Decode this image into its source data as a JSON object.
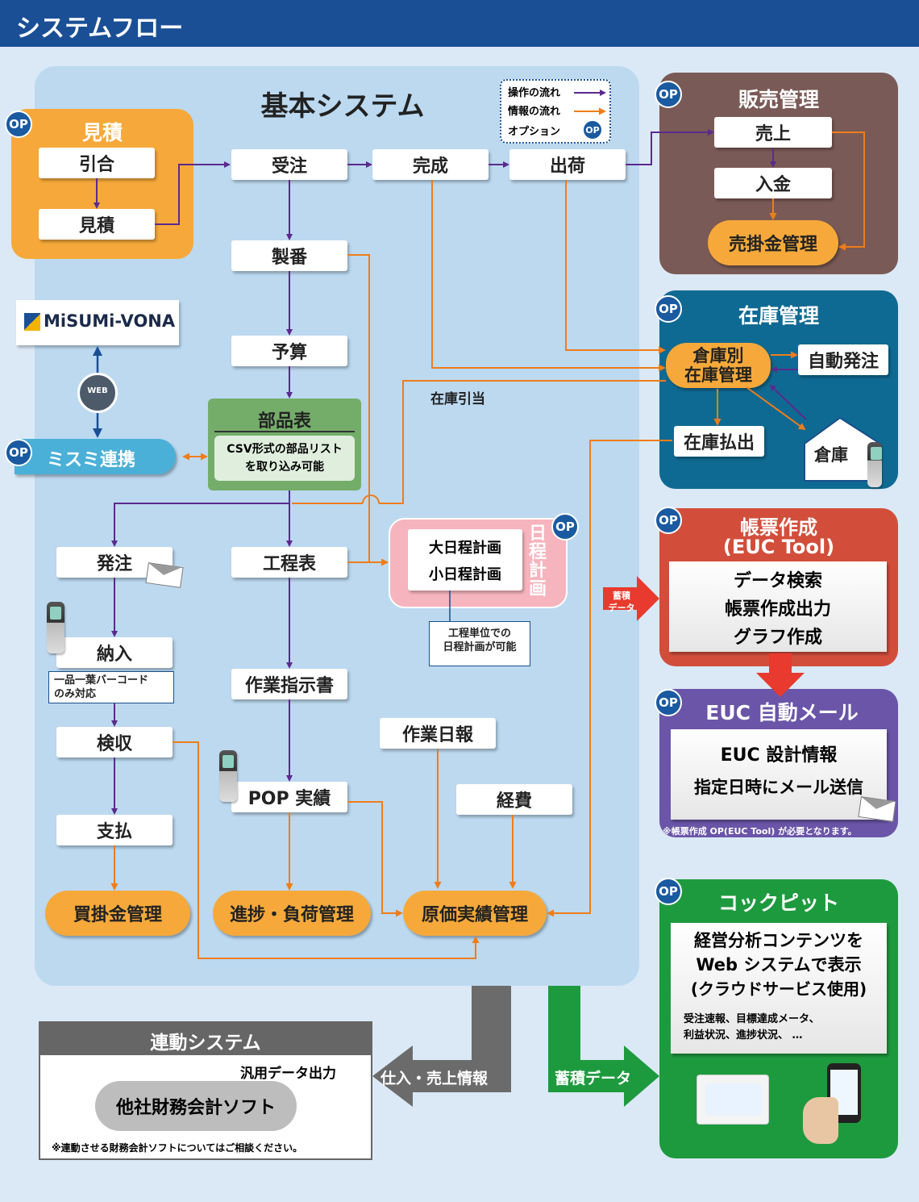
{
  "header": {
    "title": "システムフロー"
  },
  "legend": {
    "op_flow": "操作の流れ",
    "info_flow": "情報の流れ",
    "option": "オプション",
    "op_badge": "OP"
  },
  "basic": {
    "title": "基本システム",
    "order": "受注",
    "complete": "完成",
    "ship": "出荷",
    "seiban": "製番",
    "budget": "予算",
    "bom_title": "部品表",
    "bom_note_1": "CSV形式の部品リスト",
    "bom_note_2": "を取り込み可能",
    "inventory_alloc": "在庫引当",
    "purchase_order": "発注",
    "process_table": "工程表",
    "delivery": "納入",
    "barcode_note_1": "一品一葉バーコード",
    "barcode_note_2": "のみ対応",
    "inspection": "検収",
    "payment": "支払",
    "payables": "買掛金管理",
    "work_order": "作業指示書",
    "pop": "POP 実績",
    "progress": "進捗・負荷管理",
    "daily_report": "作業日報",
    "expense": "経費",
    "cost": "原価実績管理"
  },
  "schedule": {
    "title": "日程計画",
    "big": "大日程計画",
    "small": "小日程計画",
    "note_1": "工程単位での",
    "note_2": "日程計画が可能"
  },
  "estimate": {
    "title": "見積",
    "inquiry": "引合",
    "estimate": "見積"
  },
  "misumi": {
    "logo": "MiSUMi-VONA",
    "web": "WEB",
    "link": "ミスミ連携"
  },
  "sales": {
    "title": "販売管理",
    "sales": "売上",
    "receipt": "入金",
    "receivables": "売掛金管理"
  },
  "inventory": {
    "title": "在庫管理",
    "by_warehouse_1": "倉庫別",
    "by_warehouse_2": "在庫管理",
    "auto_order": "自動発注",
    "issue": "在庫払出",
    "warehouse": "倉庫"
  },
  "report": {
    "title_1": "帳票作成",
    "title_2": "(EUC Tool)",
    "item_1": "データ検索",
    "item_2": "帳票作成出力",
    "item_3": "グラフ作成",
    "stored_1": "蓄積",
    "stored_2": "データ"
  },
  "mail": {
    "title": "EUC 自動メール",
    "item_1": "EUC 設計情報",
    "item_2": "指定日時にメール送信",
    "note": "※帳票作成 OP(EUC Tool) が必要となります。"
  },
  "cockpit": {
    "title": "コックピット",
    "desc_1": "経営分析コンテンツを",
    "desc_2": "Web システムで表示",
    "desc_3": "(クラウドサービス使用)",
    "sub_1": "受注速報、目標達成メータ、",
    "sub_2": "利益状況、進捗状況、 …",
    "stored": "蓄積データ"
  },
  "linkage": {
    "title": "連動システム",
    "generic_out": "汎用データ出力",
    "software": "他社財務会計ソフト",
    "note": "※連動させる財務会計ソフトについてはご相談ください。",
    "arrow": "仕入・売上情報"
  },
  "colors": {
    "header": "#1a4f96",
    "op_flow": "#5a2a8c",
    "info_flow": "#ef7d1a",
    "orange": "#f6a93a",
    "sales": "#7a5a56",
    "inventory": "#0f6a93",
    "report": "#d24e3b",
    "mail": "#6a55a8",
    "cockpit": "#1e9a3e",
    "bom": "#74ad6a",
    "schedule": "#f6b4be"
  }
}
